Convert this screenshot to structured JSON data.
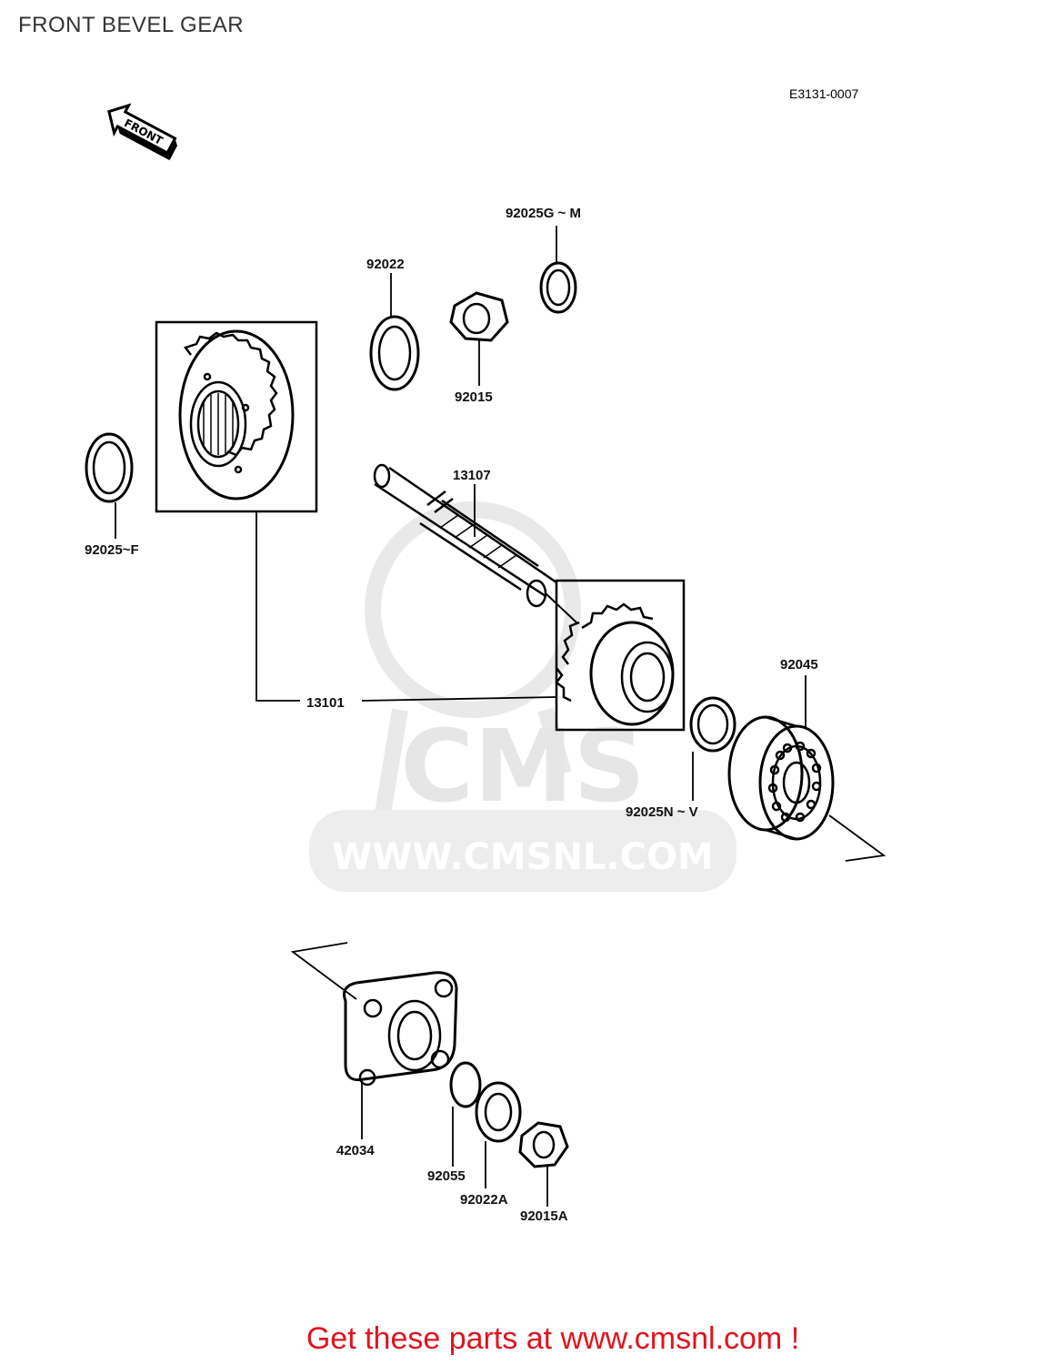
{
  "page": {
    "title": "FRONT BEVEL GEAR",
    "diagram_code": "E3131-0007"
  },
  "front_arrow": {
    "label": "FRONT"
  },
  "parts": [
    {
      "id": "92025G ~ M"
    },
    {
      "id": "92022"
    },
    {
      "id": "92015"
    },
    {
      "id": "13107"
    },
    {
      "id": "92025~F"
    },
    {
      "id": "13101"
    },
    {
      "id": "92045"
    },
    {
      "id": "92025N ~ V"
    },
    {
      "id": "42034"
    },
    {
      "id": "92055"
    },
    {
      "id": "92022A"
    },
    {
      "id": "92015A"
    }
  ],
  "watermark": {
    "brand": "CMS",
    "url": "WWW.CMSNL.COM"
  },
  "footer": {
    "cta": "Get these parts at www.cmsnl.com !"
  }
}
